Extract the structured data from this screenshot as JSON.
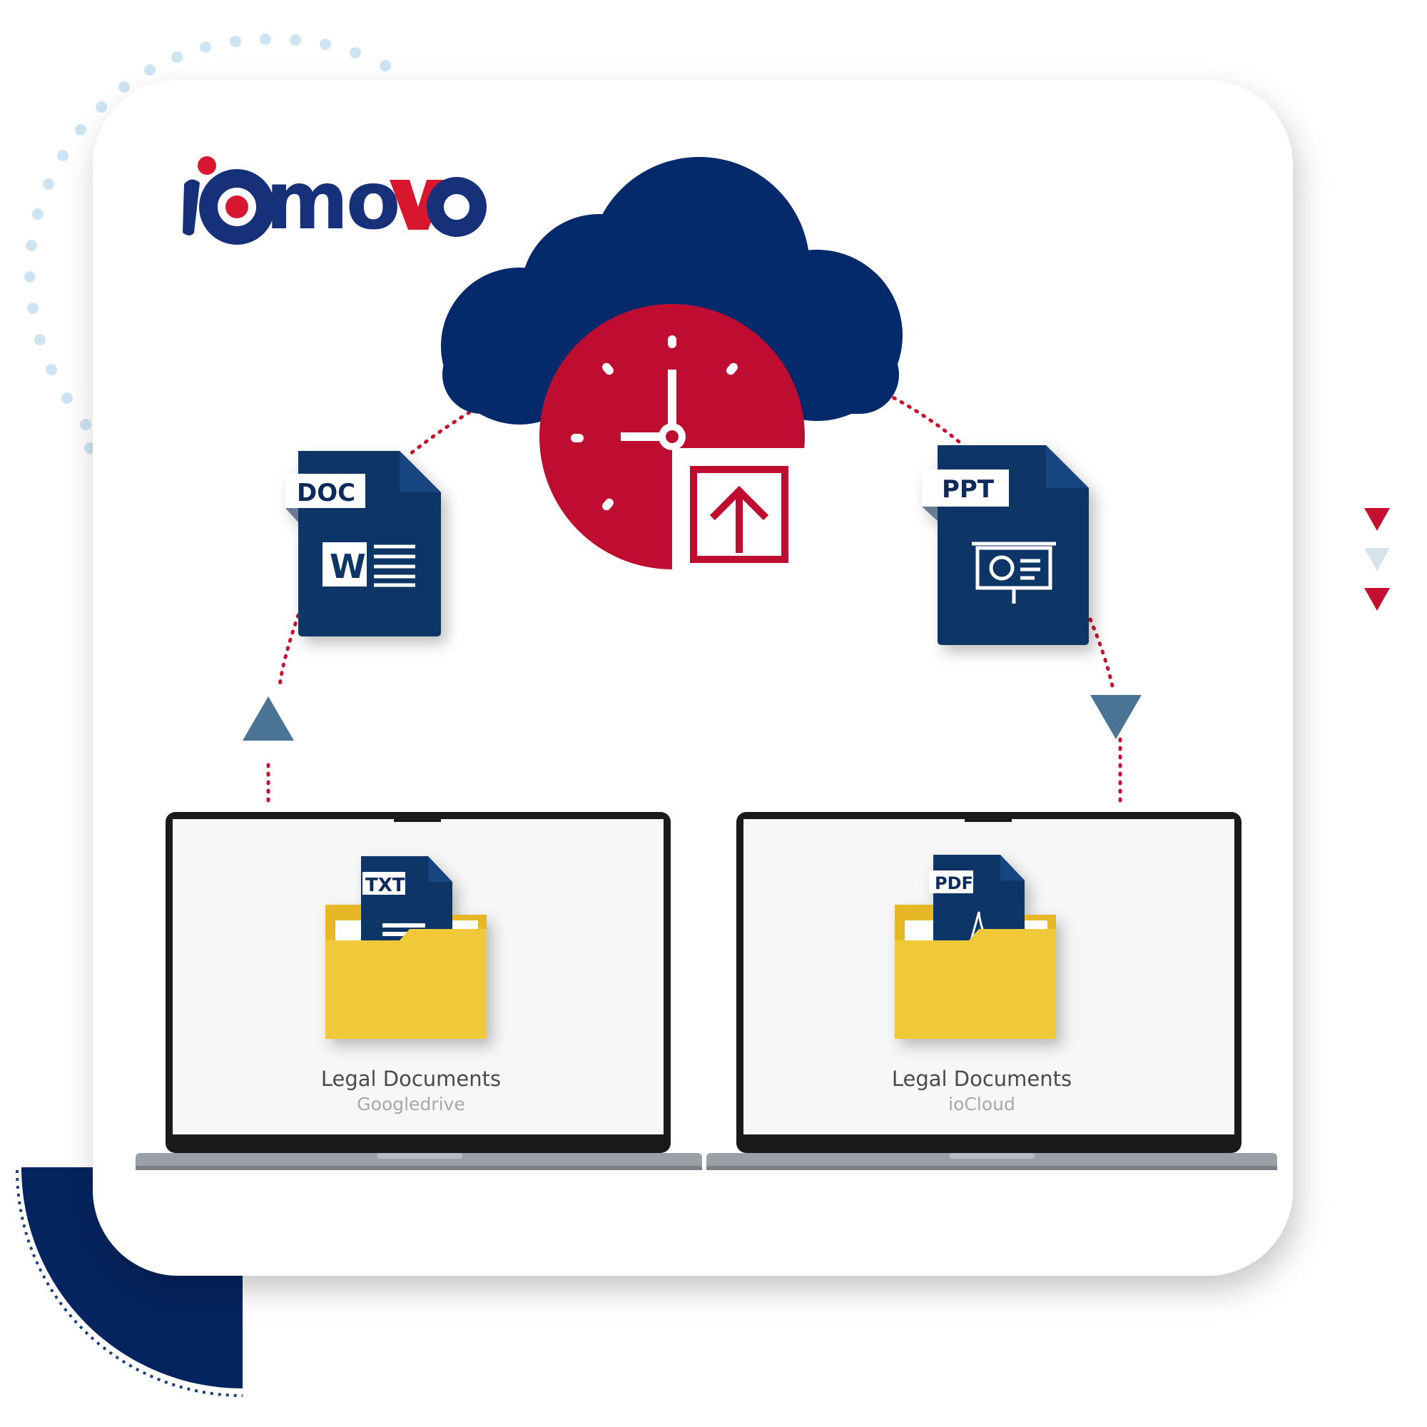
{
  "brand": {
    "logo_text": "iomovo"
  },
  "colors": {
    "navy": "#0b2a5c",
    "cloud": "#042a6b",
    "red": "#bf0d32",
    "folder": "#f0c93a",
    "arrow": "#4a7394"
  },
  "cloud": {
    "icons": [
      "clock-icon",
      "upload-arrow-icon"
    ]
  },
  "files": {
    "doc": {
      "tag": "DOC",
      "icon": "word-icon"
    },
    "ppt": {
      "tag": "PPT",
      "icon": "presentation-icon"
    },
    "txt": {
      "tag": "TXT",
      "icon": "text-lines-icon"
    },
    "pdf": {
      "tag": "PDF",
      "icon": "acrobat-icon"
    }
  },
  "laptops": [
    {
      "folder_name": "Legal Documents",
      "source": "Googledrive"
    },
    {
      "folder_name": "Legal Documents",
      "source": "ioCloud"
    }
  ]
}
